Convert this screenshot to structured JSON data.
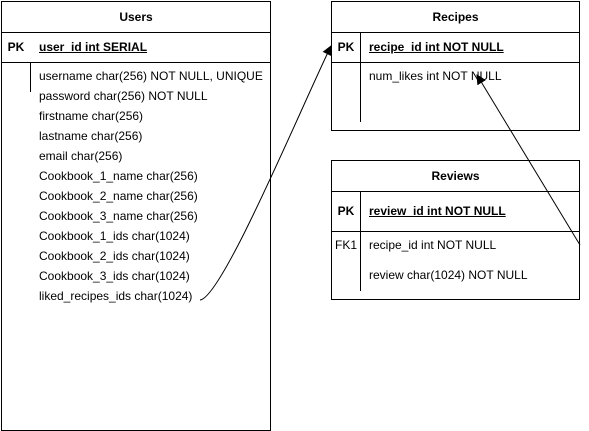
{
  "users": {
    "title": "Users",
    "pk_key": "PK",
    "pk_field": "user_id int SERIAL",
    "fields": [
      "username char(256) NOT NULL, UNIQUE",
      "password char(256) NOT NULL",
      "firstname char(256)",
      "lastname char(256)",
      "email char(256)",
      "Cookbook_1_name char(256)",
      "Cookbook_2_name char(256)",
      "Cookbook_3_name char(256)",
      "Cookbook_1_ids char(1024)",
      "Cookbook_2_ids char(1024)",
      "Cookbook_3_ids char(1024)",
      "liked_recipes_ids char(1024)"
    ]
  },
  "recipes": {
    "title": "Recipes",
    "pk_key": "PK",
    "pk_field": "recipe_id int NOT NULL",
    "fields": [
      "num_likes int NOT NULL"
    ]
  },
  "reviews": {
    "title": "Reviews",
    "pk_key": "PK",
    "pk_field": "review_id int NOT NULL",
    "fk_key": "FK1",
    "fields": [
      "recipe_id int NOT NULL",
      "review char(1024) NOT NULL"
    ]
  }
}
